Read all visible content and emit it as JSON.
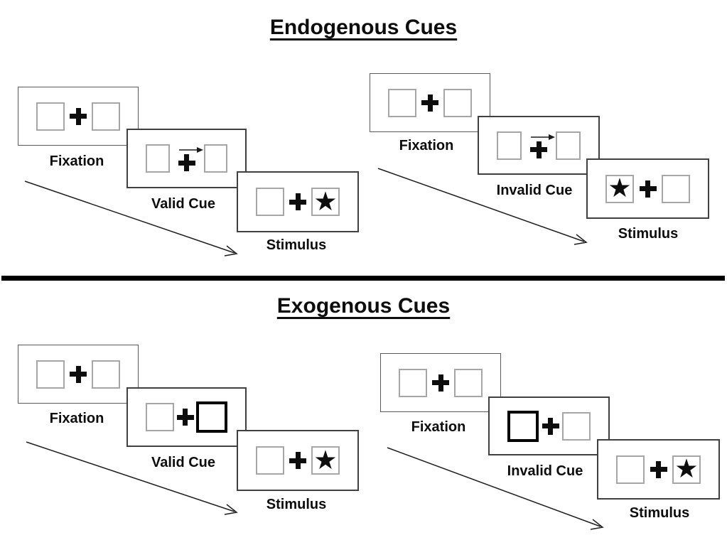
{
  "sections": {
    "endogenous": {
      "title": "Endogenous Cues",
      "left_sequence": {
        "type": "valid",
        "steps": [
          {
            "label": "Fixation",
            "panel": "fixation"
          },
          {
            "label": "Valid Cue",
            "panel": "arrow-cue-right"
          },
          {
            "label": "Stimulus",
            "panel": "stimulus-star-right"
          }
        ]
      },
      "right_sequence": {
        "type": "invalid",
        "steps": [
          {
            "label": "Fixation",
            "panel": "fixation"
          },
          {
            "label": "Invalid Cue",
            "panel": "arrow-cue-right"
          },
          {
            "label": "Stimulus",
            "panel": "stimulus-star-left"
          }
        ]
      }
    },
    "exogenous": {
      "title": "Exogenous Cues",
      "left_sequence": {
        "type": "valid",
        "steps": [
          {
            "label": "Fixation",
            "panel": "fixation"
          },
          {
            "label": "Valid Cue",
            "panel": "bold-box-right"
          },
          {
            "label": "Stimulus",
            "panel": "stimulus-star-right"
          }
        ]
      },
      "right_sequence": {
        "type": "invalid",
        "steps": [
          {
            "label": "Fixation",
            "panel": "fixation"
          },
          {
            "label": "Invalid Cue",
            "panel": "bold-box-left"
          },
          {
            "label": "Stimulus",
            "panel": "stimulus-star-right"
          }
        ]
      }
    }
  },
  "icons": {
    "star_glyph": "★",
    "fixation_cross": "plus-shape",
    "cue_arrow": "right-arrow",
    "sequence_arrow": "diagonal-down-right-arrow"
  },
  "colors": {
    "panel_border": "#404040",
    "placeholder_square_border": "#a6a6a6",
    "bold_square_border": "#000000",
    "ink": "#0d0d0d",
    "divider": "#000000",
    "background": "#ffffff"
  }
}
